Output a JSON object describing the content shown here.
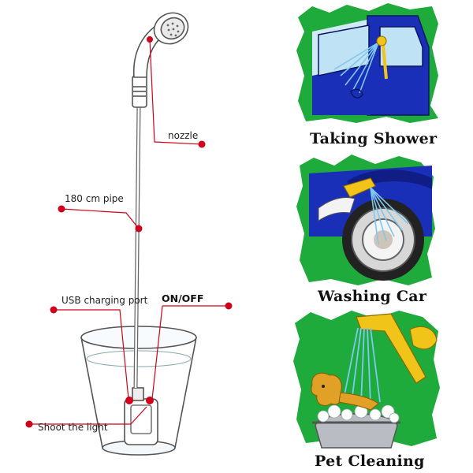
{
  "labels": {
    "nozzle": "nozzle",
    "pipe": "180 cm pipe",
    "usb": "USB charging port",
    "onoff": "ON/OFF",
    "light": "Shoot the light"
  },
  "panels": [
    {
      "caption": "Taking Shower",
      "icon": "car-window-shower-illustration"
    },
    {
      "caption": "Washing Car",
      "icon": "car-wheel-washing-illustration"
    },
    {
      "caption": "Pet Cleaning",
      "icon": "dog-bath-illustration"
    }
  ],
  "colors": {
    "marker": "#d0021b",
    "green": "#1faa3c",
    "blue": "#1a2fb8",
    "water": "#7ec9ee",
    "yellow": "#f0c419"
  }
}
